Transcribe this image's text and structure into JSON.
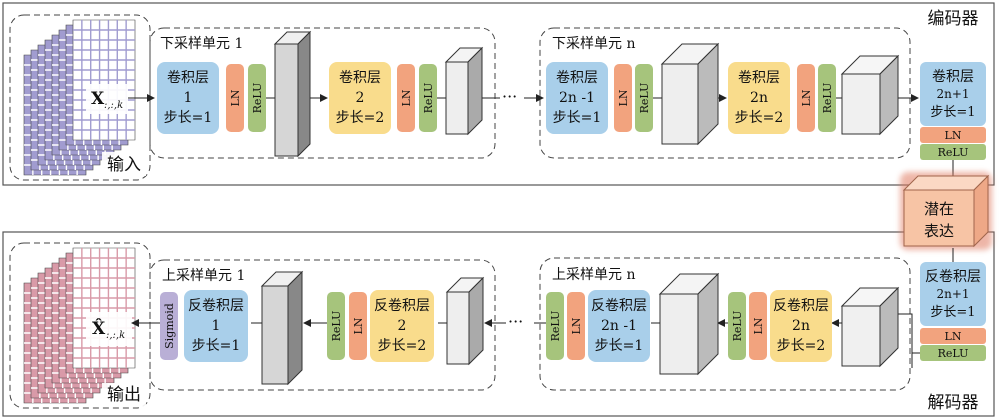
{
  "encoder": {
    "label": "编码器",
    "input_label": "输入",
    "input_symbol": "X",
    "input_subscript": ":,:,k",
    "units": [
      {
        "title": "下采样单元 1",
        "conv1": {
          "l1": "卷积层",
          "l2": "1",
          "l3": "步长=1"
        },
        "conv2": {
          "l1": "卷积层",
          "l2": "2",
          "l3": "步长=2"
        }
      },
      {
        "title": "下采样单元 n",
        "conv1": {
          "l1": "卷积层",
          "l2": "2n -1",
          "l3": "步长=1"
        },
        "conv2": {
          "l1": "卷积层",
          "l2": "2n",
          "l3": "步长=2"
        }
      }
    ],
    "final_conv": {
      "l1": "卷积层",
      "l2": "2n+1",
      "l3": "步长=1"
    }
  },
  "latent": {
    "l1": "潜在",
    "l2": "表达"
  },
  "decoder": {
    "label": "解码器",
    "output_label": "输出",
    "output_symbol": "X̂",
    "output_subscript": ":,:,k",
    "first_deconv": {
      "l1": "反卷积层",
      "l2": "2n+1",
      "l3": "步长=1"
    },
    "units": [
      {
        "title": "上采样单元 1",
        "deconv1": {
          "l1": "反卷积层",
          "l2": "1",
          "l3": "步长=1"
        },
        "deconv2": {
          "l1": "反卷积层",
          "l2": "2",
          "l3": "步长=2"
        }
      },
      {
        "title": "上采样单元 n",
        "deconv1": {
          "l1": "反卷积层",
          "l2": "2n -1",
          "l3": "步长=1"
        },
        "deconv2": {
          "l1": "反卷积层",
          "l2": "2n",
          "l3": "步长=2"
        }
      }
    ]
  },
  "labels": {
    "ln": "LN",
    "relu": "ReLU",
    "sigmoid": "Sigmoid",
    "ellipsis": "···"
  },
  "colors": {
    "conv_blue": "#a9cfea",
    "deconv_yellow": "#f9dc8c",
    "ln_orange": "#f2a37e",
    "relu_green": "#a6c47c",
    "sigmoid_purple": "#b9afd6",
    "input_purple": "#a19cd0",
    "output_pink": "#d99aa8",
    "latent_peach": "#f7c4a5"
  }
}
